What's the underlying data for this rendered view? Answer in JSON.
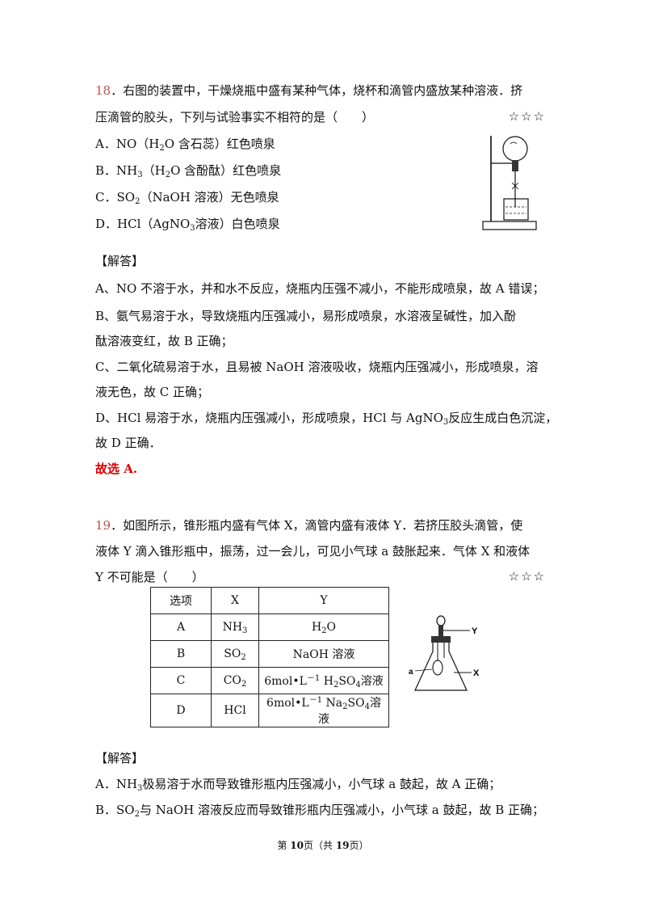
{
  "q18": {
    "number": "18",
    "line1": "．右图的装置中，干燥烧瓶中盛有某种气体，烧杯和滴管内盛放某种溶液．挤",
    "line2": "压滴管的胶头，下列与试验事实不相符的是（　　）",
    "stars": "☆☆☆",
    "optA": {
      "pre": "A．NO（H",
      "sub": "2",
      "post": "O 含石蕊）红色喷泉"
    },
    "optB": {
      "pre": "B．NH",
      "sub": "3",
      "mid": "（H",
      "sub2": "2",
      "post": "O 含酚酞）红色喷泉"
    },
    "optC": {
      "pre": "C．SO",
      "sub": "2",
      "post": "（NaOH 溶液）无色喷泉"
    },
    "optD": {
      "pre": "D．HCl（AgNO",
      "sub": "3",
      "post": "溶液）白色喷泉"
    }
  },
  "answer18": {
    "header": "【解答】",
    "a": "A、NO 不溶于水，并和水不反应，烧瓶内压强不减小，不能形成喷泉，故 A 错误；",
    "b1": "B、氨气易溶于水，导致烧瓶内压强减小，易形成喷泉，水溶液呈碱性，加入酚",
    "b2": "酞溶液变红，故 B 正确；",
    "c1": "C、二氧化硫易溶于水，且易被 NaOH 溶液吸收，烧瓶内压强减小，形成喷泉，溶",
    "c2": "液无色，故 C 正确；",
    "d1_pre": "D、HCl 易溶于水，烧瓶内压强减小，形成喷泉，HCl 与 AgNO",
    "d1_sub": "3",
    "d1_post": "反应生成白色沉淀，",
    "d2": "故 D 正确．",
    "choice": "故选 A."
  },
  "q19": {
    "number": "19",
    "line1": "．如图所示，锥形瓶内盛有气体 X，滴管内盛有液体 Y．若挤压胶头滴管，使",
    "line2": "液体 Y 滴入锥形瓶中，振荡，过一会儿，可见小气球 a 鼓胀起来．气体 X 和液体",
    "line3": "Y 不可能是（　　）",
    "stars": "☆☆☆",
    "table_header": [
      "选项",
      "X",
      "Y"
    ],
    "rows": [
      {
        "opt": "A",
        "x": "NH",
        "x_sub": "3",
        "y_pre": "H",
        "y_sub": "2",
        "y_post": "O"
      },
      {
        "opt": "B",
        "x": "SO",
        "x_sub": "2",
        "y_pre": "NaOH 溶液",
        "y_sub": "",
        "y_post": ""
      },
      {
        "opt": "C",
        "x": "CO",
        "x_sub": "2",
        "y_pre": "6mol•L",
        "y_sup": "－1",
        "y_mid": " H",
        "y_sub": "2",
        "y_mid2": "SO",
        "y_sub2": "4",
        "y_post": "溶液"
      },
      {
        "opt": "D",
        "x": "HCl",
        "x_sub": "",
        "y_pre": "6mol•L",
        "y_sup": "－1",
        "y_mid": " Na",
        "y_sub": "2",
        "y_mid2": "SO",
        "y_sub2": "4",
        "y_post": "溶液"
      }
    ],
    "fig_labels": {
      "y": "Y",
      "x": "X",
      "a": "a"
    }
  },
  "answer19": {
    "header": "【解答】",
    "a_pre": "A．NH",
    "a_sub": "3",
    "a_post": "极易溶于水而导致锥形瓶内压强减小，小气球 a 鼓起，故 A 正确；",
    "b_pre": "B．SO",
    "b_sub": "2",
    "b_post": "与 NaOH 溶液反应而导致锥形瓶内压强减小，小气球 a 鼓起，故 B 正确；"
  },
  "footer": {
    "pre": "第 ",
    "page": "10",
    "mid": "页（共 ",
    "total": "19",
    "post": "页）"
  }
}
